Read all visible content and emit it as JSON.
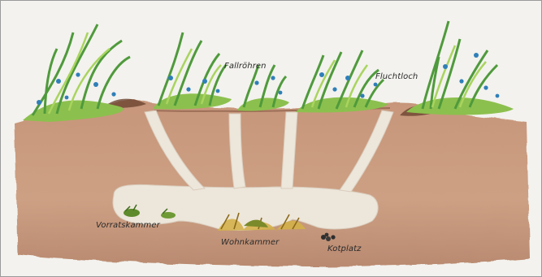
{
  "diagram": {
    "labels": {
      "fallroehren": "Fallröhren",
      "fluchtloch": "Fluchtloch",
      "vorratskammer": "Vorratskammer",
      "wohnkammer": "Wohnkammer",
      "kotplatz": "Kotplatz"
    },
    "colors": {
      "soil": "#c99a7e",
      "soil_dark": "#b07f63",
      "tunnel": "#efe9df",
      "grass_light": "#8cc04e",
      "grass_dark": "#3e8d3a",
      "flower_blue": "#2f7fb8",
      "topsoil_dark": "#5a3a28",
      "nest_yellow": "#c9a634",
      "paper": "#f3f2ee"
    }
  }
}
